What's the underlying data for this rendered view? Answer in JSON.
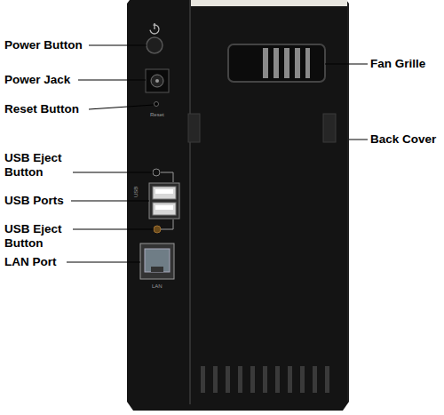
{
  "diagram": {
    "labels": [
      "Power Button",
      "Power Jack",
      "Reset Button",
      "USB Eject Button",
      "USB Ports",
      "USB Eject Button",
      "LAN Port",
      "Fan Grille",
      "Back Cover",
      "Reset",
      "USB",
      "LAN"
    ]
  }
}
